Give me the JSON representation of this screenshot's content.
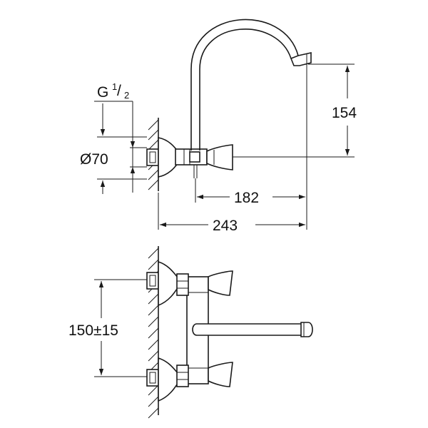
{
  "dimensions": {
    "thread_label": "G",
    "thread_fraction_num": "1",
    "thread_fraction_sep": "/",
    "thread_fraction_den": "2",
    "diameter": "Ø70",
    "spout_height": "154",
    "spout_reach": "182",
    "overall_depth": "243",
    "center_distance": "150±15"
  },
  "colors": {
    "line": "#1a1a1a",
    "background": "#ffffff"
  }
}
